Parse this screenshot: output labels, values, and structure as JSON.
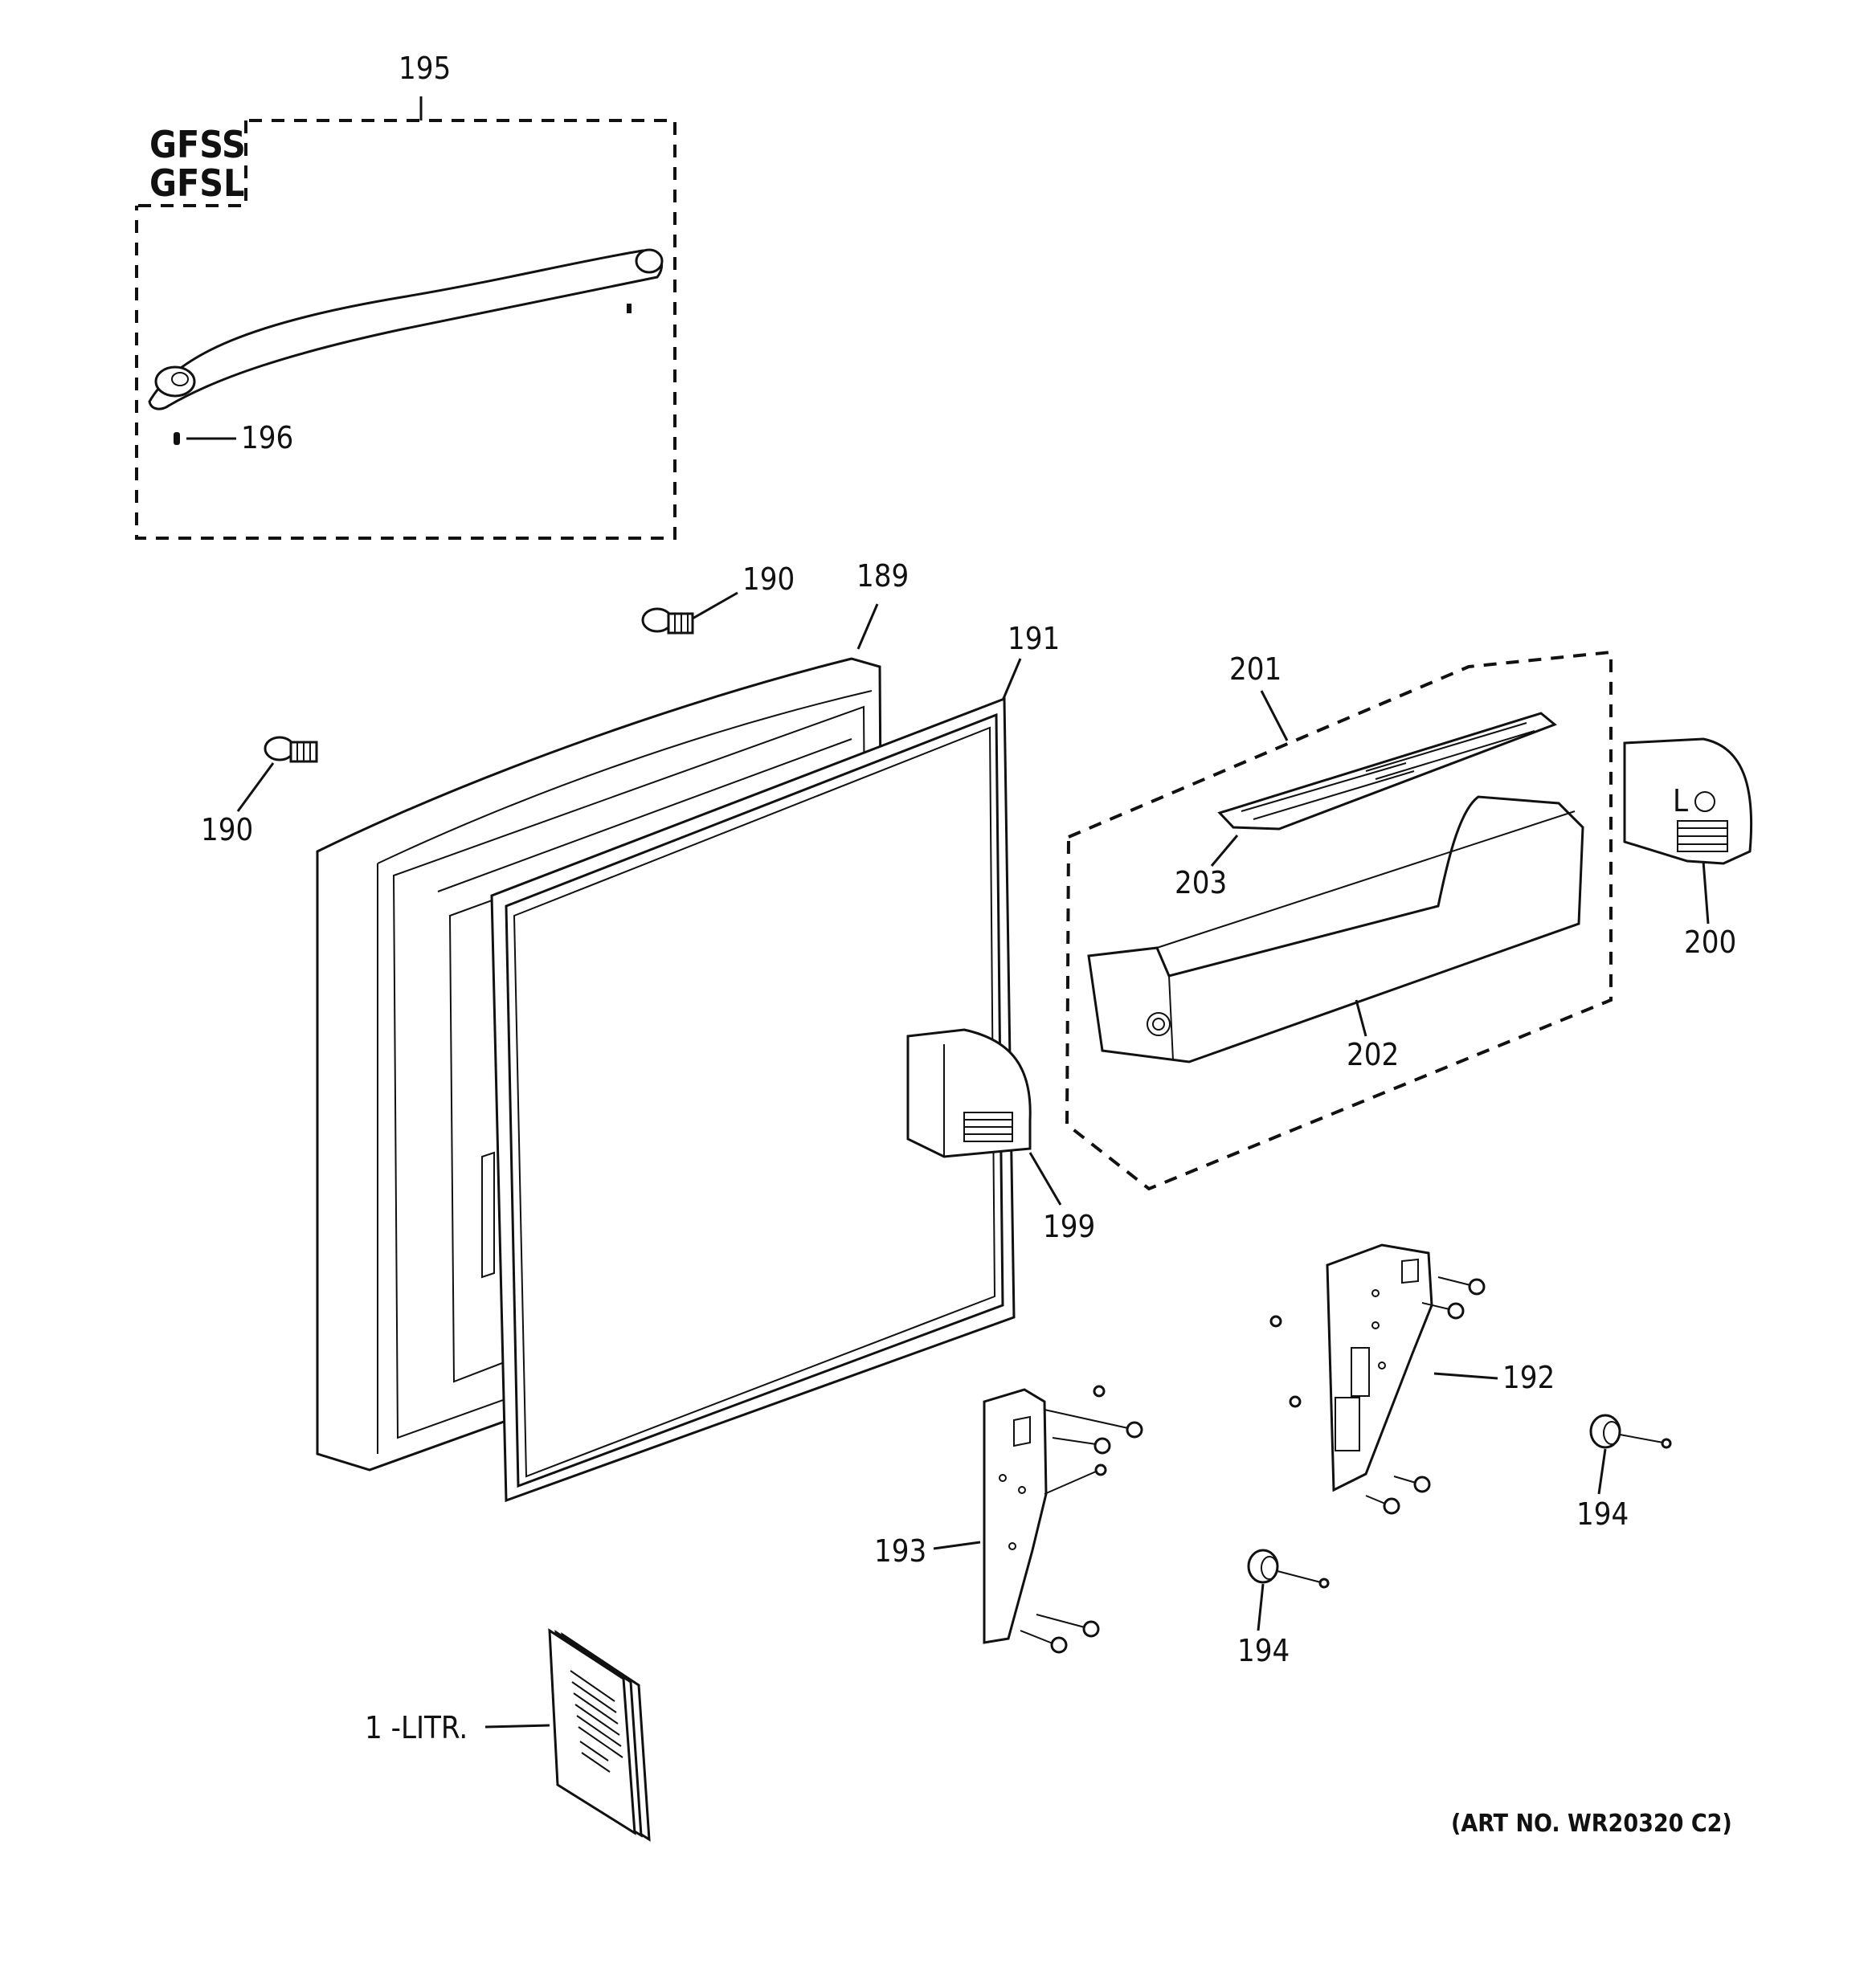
{
  "diagram": {
    "model_labels": [
      "GFSS",
      "GFSL"
    ],
    "art_number": "(ART NO. WR20320 C2)",
    "callouts": {
      "c195": "195",
      "c196": "196",
      "c190a": "190",
      "c190b": "190",
      "c189": "189",
      "c191": "191",
      "c201": "201",
      "c203": "203",
      "c200": "200",
      "c202": "202",
      "c199": "199",
      "c192": "192",
      "c193": "193",
      "c194a": "194",
      "c194b": "194",
      "litr": "1 -LITR."
    }
  }
}
